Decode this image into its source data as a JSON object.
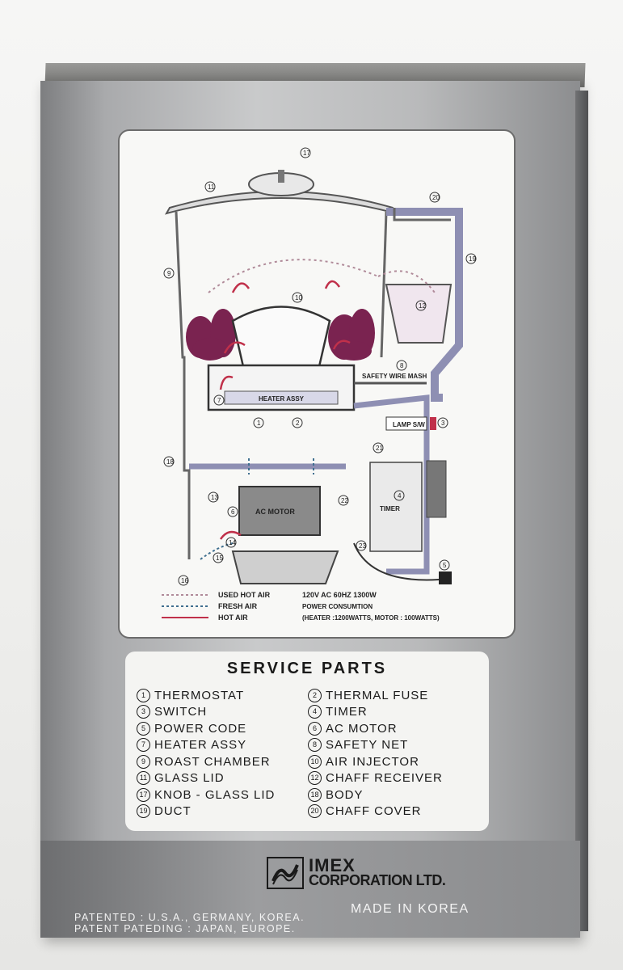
{
  "diagram": {
    "labels": {
      "heater_assy": "HEATER ASSY",
      "safety_wire_mash": "SAFETY WIRE MASH",
      "lamp_sw": "LAMP S/W",
      "timer": "TIMER",
      "ac_motor": "AC MOTOR"
    },
    "callouts": [
      "17",
      "11",
      "20",
      "9",
      "19",
      "10",
      "12",
      "8",
      "7",
      "1",
      "2",
      "3",
      "21",
      "4",
      "18",
      "13",
      "6",
      "22",
      "14",
      "15",
      "23",
      "5",
      "16"
    ],
    "legend": {
      "used_hot_air": "USED HOT AIR",
      "fresh_air": "FRESH AIR",
      "hot_air": "HOT AIR"
    },
    "specs": {
      "voltage": "120V  AC 60HZ 1300W",
      "power_label": "POWER CONSUMTION",
      "power_detail": "(HEATER :1200WATTS, MOTOR : 100WATTS)"
    }
  },
  "service_parts": {
    "title": "SERVICE  PARTS",
    "left": [
      {
        "num": "1",
        "name": "THERMOSTAT"
      },
      {
        "num": "3",
        "name": "SWITCH"
      },
      {
        "num": "5",
        "name": "POWER CODE"
      },
      {
        "num": "7",
        "name": "HEATER  ASSY"
      },
      {
        "num": "9",
        "name": "ROAST  CHAMBER"
      },
      {
        "num": "11",
        "name": "GLASS  LID"
      },
      {
        "num": "17",
        "name": "KNOB - GLASS  LID"
      },
      {
        "num": "19",
        "name": "DUCT"
      }
    ],
    "right": [
      {
        "num": "2",
        "name": "THERMAL  FUSE"
      },
      {
        "num": "4",
        "name": "TIMER"
      },
      {
        "num": "6",
        "name": "AC  MOTOR"
      },
      {
        "num": "8",
        "name": "SAFETY  NET"
      },
      {
        "num": "10",
        "name": "AIR  INJECTOR"
      },
      {
        "num": "12",
        "name": "CHAFF  RECEIVER"
      },
      {
        "num": "18",
        "name": "BODY"
      },
      {
        "num": "20",
        "name": "CHAFF  COVER"
      }
    ]
  },
  "brand": {
    "line1": "IMEX",
    "line2": "CORPORATION LTD."
  },
  "footer": {
    "patent1": "PATENTED : U.S.A., GERMANY, KOREA.",
    "patent2": "PATENT PATEDING : JAPAN, EUROPE.",
    "made_in": "MADE IN KOREA"
  },
  "colors": {
    "hot_air": "#c0304a",
    "fresh_air": "#3f6f8f",
    "used_hot_air": "#b08a99",
    "beans": "#7a2350",
    "duct": "#8e8fb3"
  }
}
